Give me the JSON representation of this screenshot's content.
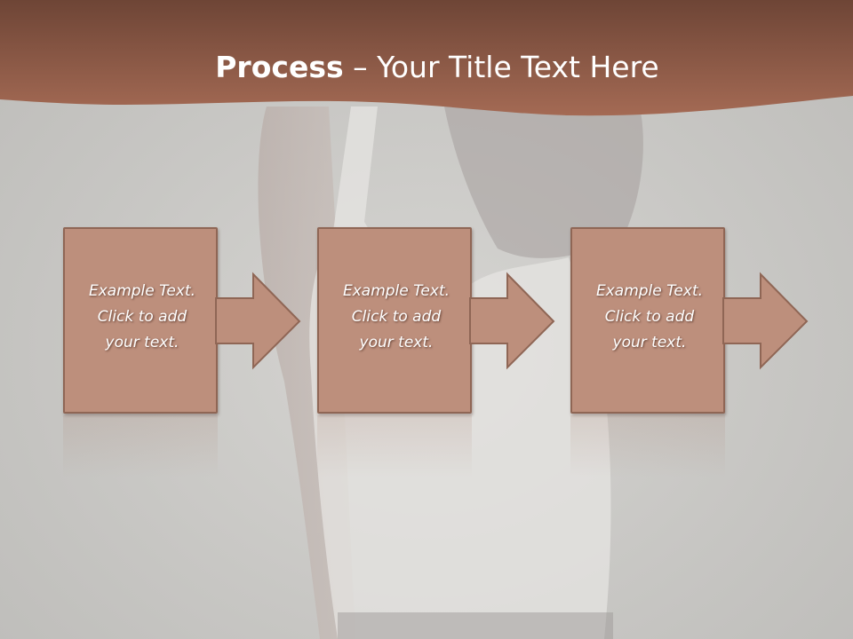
{
  "title": {
    "bold": "Process",
    "rest": " – Your Title Text Here"
  },
  "steps": [
    {
      "line1": "Example Text.",
      "line2": "Click  to add",
      "line3": "your text."
    },
    {
      "line1": "Example Text.",
      "line2": "Click  to add",
      "line3": "your text."
    },
    {
      "line1": "Example Text.",
      "line2": "Click  to add",
      "line3": "your text."
    }
  ],
  "colors": {
    "header_start": "#a46a54",
    "header_end": "#6e4536",
    "box_fill": "#bd8f7c",
    "box_border": "#8f6655",
    "background": "#c9c8c5"
  }
}
